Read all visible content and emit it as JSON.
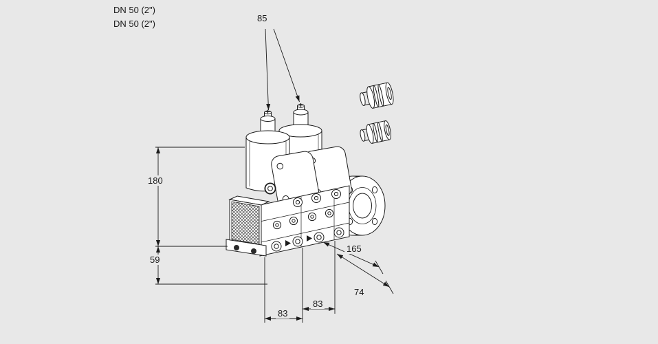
{
  "canvas": {
    "background": "#e8e8e8",
    "ink": "#1c1c1c",
    "description": "Technical dimension drawing of a double solenoid gas valve with flange and two pipe fittings"
  },
  "labels": {
    "dn_top": "DN 50 (2\")",
    "dn_bottom": "DN 50 (2\")"
  },
  "dimensions": {
    "axis_spacing": "85",
    "height_upper": "180",
    "height_lower": "59",
    "length_to_flange": "165",
    "flange_depth": "74",
    "spacing_a": "83",
    "spacing_b": "83"
  }
}
